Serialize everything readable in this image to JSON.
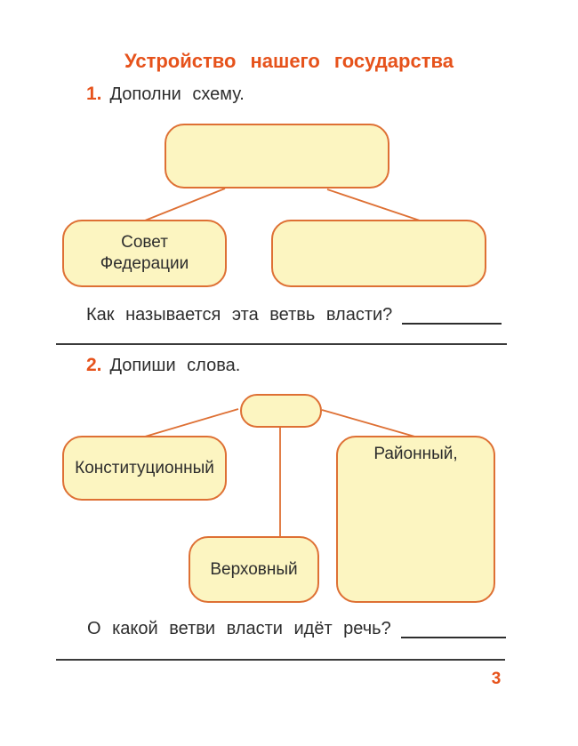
{
  "page": {
    "title": "Устройство нашего государства",
    "page_number": "3"
  },
  "colors": {
    "accent": "#e6521b",
    "box_border": "#de7034",
    "box_fill": "#fcf5c1",
    "text": "#2d2d2d"
  },
  "task1": {
    "number": "1.",
    "instruction": "Дополни схему.",
    "question": "Как называется эта ветвь власти?",
    "boxes": {
      "top": "",
      "left": "Совет Федерации",
      "right": ""
    }
  },
  "task2": {
    "number": "2.",
    "instruction": "Допиши слова.",
    "question": "О какой ветви власти идёт речь?",
    "boxes": {
      "top": "",
      "left": "Конституционный",
      "middle": "Верховный",
      "right": "Районный,"
    }
  }
}
